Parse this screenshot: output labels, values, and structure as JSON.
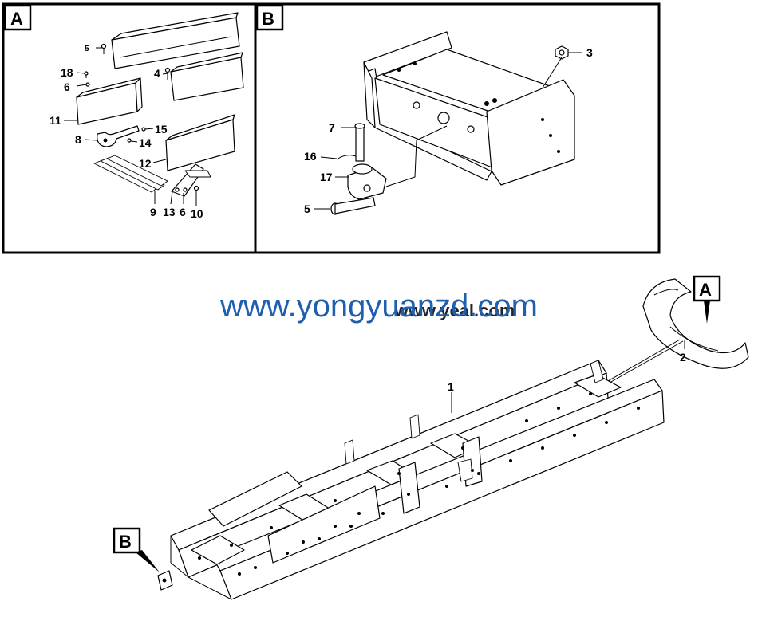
{
  "panels": {
    "a": {
      "letter": "A"
    },
    "b": {
      "letter": "B"
    }
  },
  "callouts_a": {
    "c5": "5",
    "c18": "18",
    "c6a": "6",
    "c4": "4",
    "c11": "11",
    "c15": "15",
    "c8": "8",
    "c14": "14",
    "c12": "12",
    "c9": "9",
    "c13": "13",
    "c6b": "6",
    "c10": "10"
  },
  "callouts_b": {
    "c3": "3",
    "c7": "7",
    "c16": "16",
    "c17": "17",
    "c5": "5"
  },
  "callouts_main": {
    "c1": "1",
    "c2": "2"
  },
  "marker_tags": {
    "a": "A",
    "b": "B"
  },
  "watermarks": {
    "primary": "www.yongyuanzd.com",
    "secondary": "www.yeal.com"
  },
  "colors": {
    "watermark_primary": "#1f5fb0",
    "line": "#000000",
    "background": "#ffffff"
  }
}
